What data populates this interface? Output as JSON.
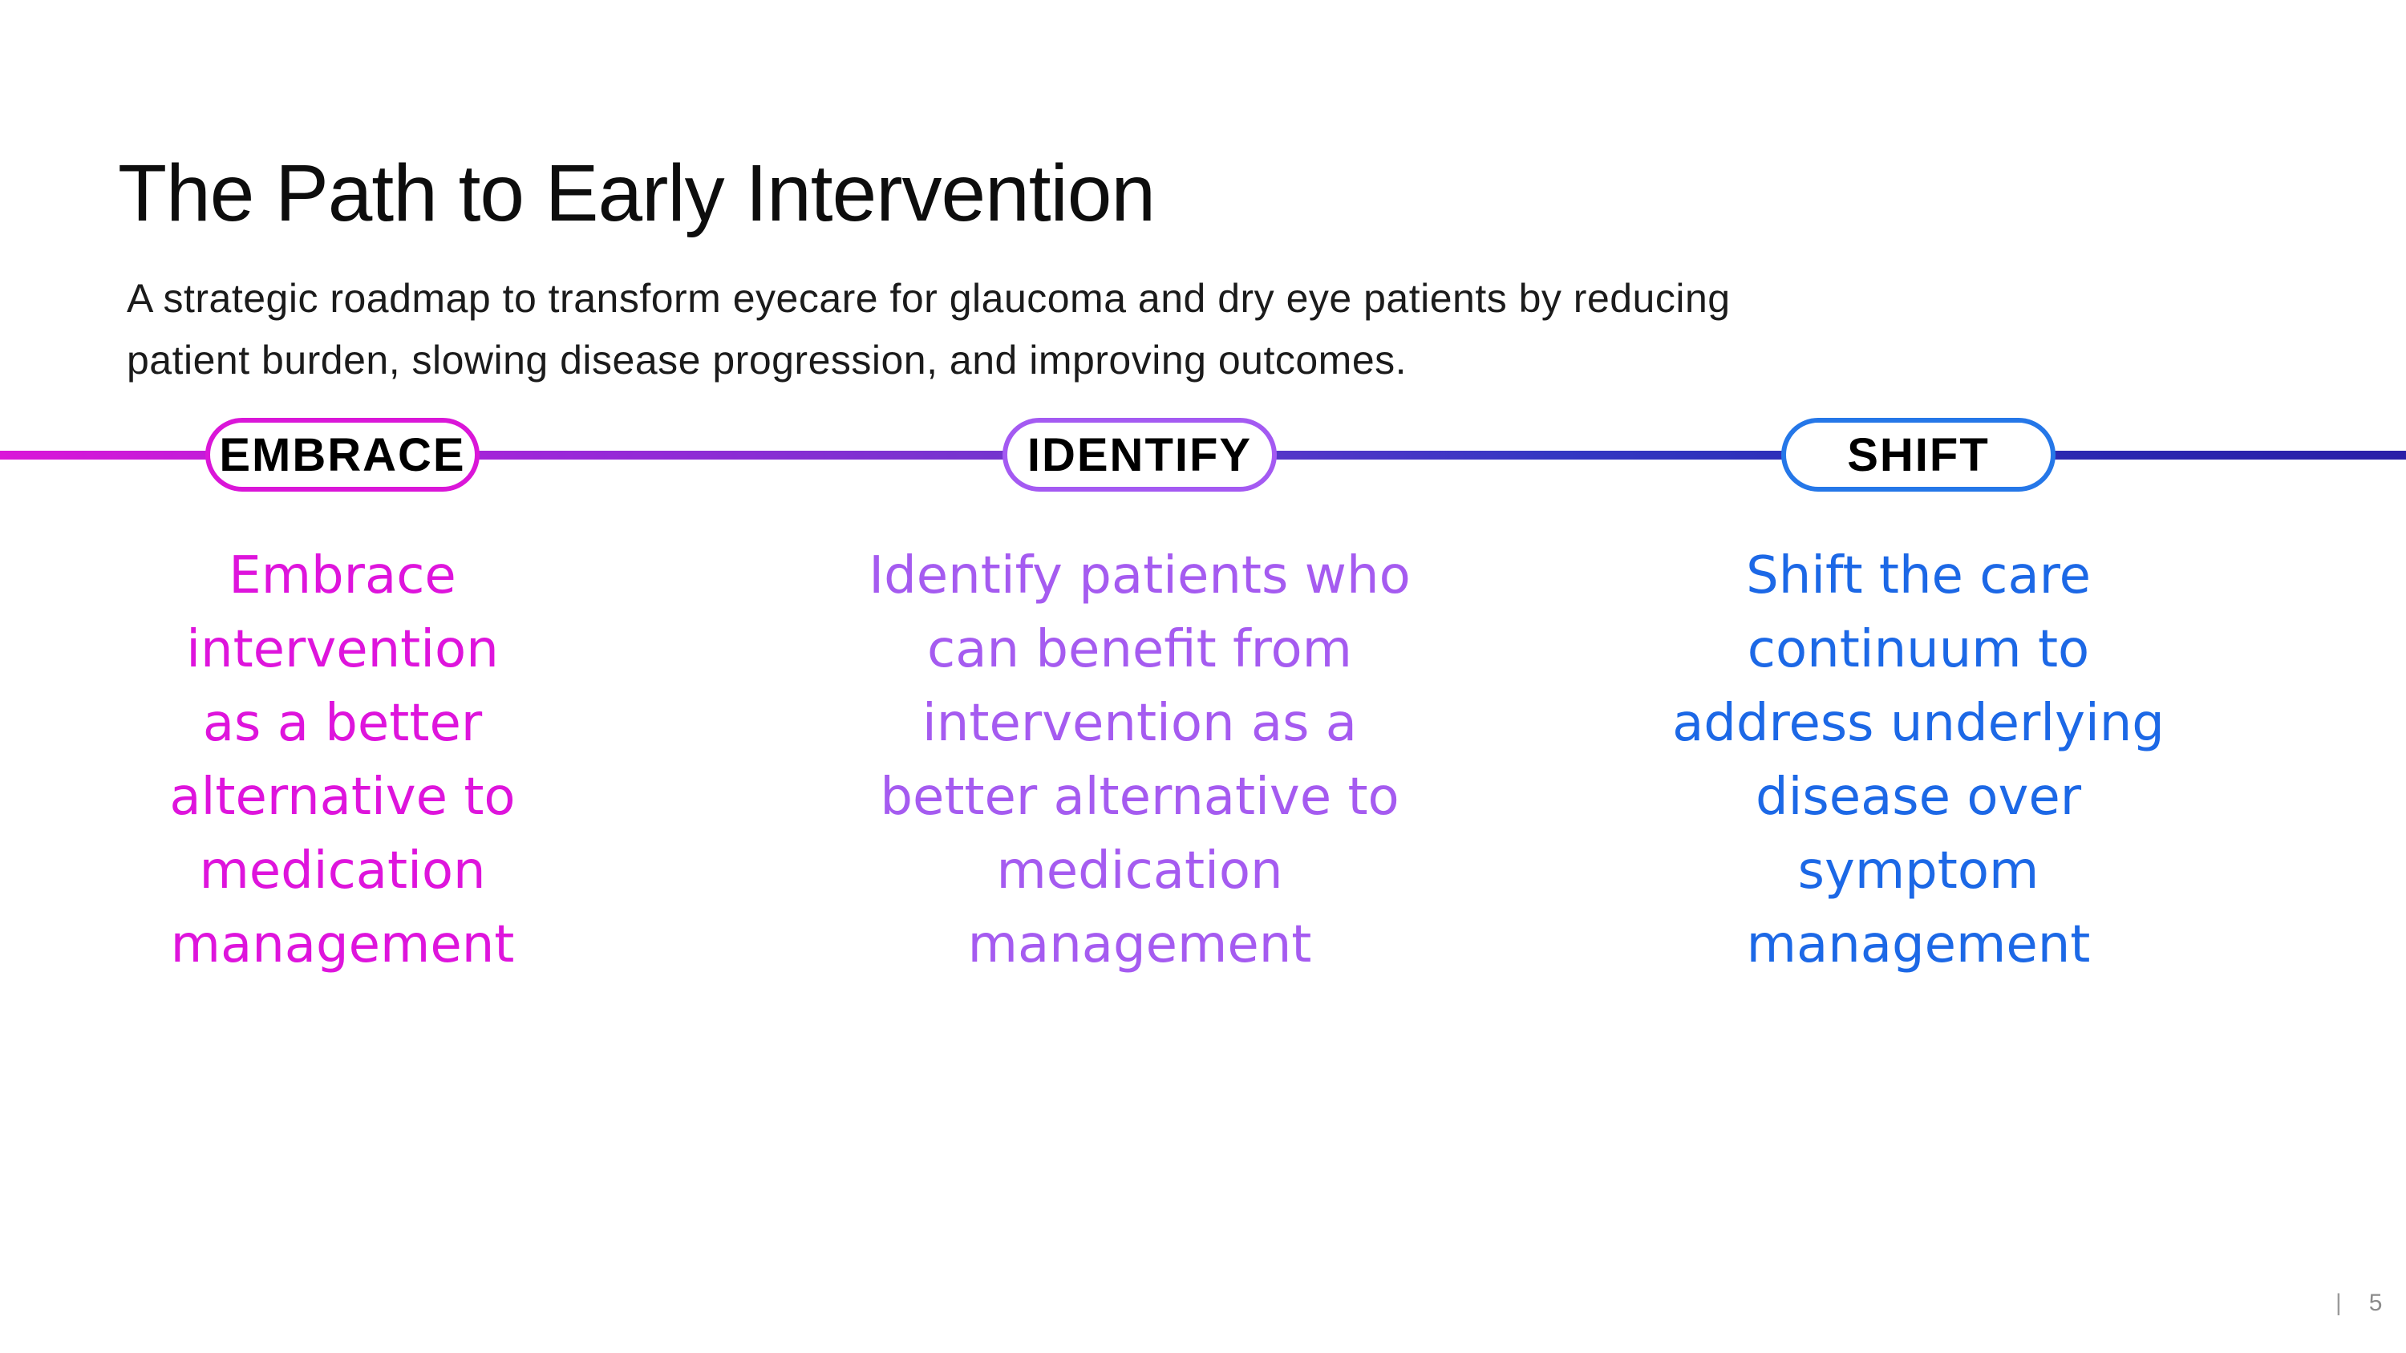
{
  "slide": {
    "title": "The Path to Early Intervention",
    "subtitle": "A strategic roadmap to transform eyecare for glaucoma and dry eye patients by reducing\npatient burden, slowing disease progression, and improving outcomes.",
    "background_color": "#FFFFFF",
    "title_color": "#0D0D0D",
    "footer": {
      "divider": "|",
      "page_number": "5",
      "color": "#8B8B8B"
    }
  },
  "timeline": {
    "line_gradient": [
      {
        "color": "#DA16D8",
        "pos": 0
      },
      {
        "color": "#9B27D8",
        "pos": 23
      },
      {
        "color": "#7335CE",
        "pos": 42
      },
      {
        "color": "#3337C2",
        "pos": 65
      },
      {
        "color": "#2B2BB4",
        "pos": 80
      },
      {
        "color": "#2A1FA8",
        "pos": 100
      }
    ],
    "steps": [
      {
        "label": "EMBRACE",
        "accent_color": "#DA16D8",
        "text_color": "#DE14DC",
        "description": "Embrace\nintervention\nas a better\nalternative to\nmedication\nmanagement"
      },
      {
        "label": "IDENTIFY",
        "accent_color": "#A45AF2",
        "text_color": "#A55BF0",
        "description": "Identify patients who\ncan benefit from\nintervention as a\nbetter alternative to\nmedication\nmanagement"
      },
      {
        "label": "SHIFT",
        "accent_color": "#2577E8",
        "text_color": "#1C68E6",
        "description": "Shift the care\ncontinuum to\naddress underlying\ndisease over\nsymptom\nmanagement"
      }
    ]
  }
}
